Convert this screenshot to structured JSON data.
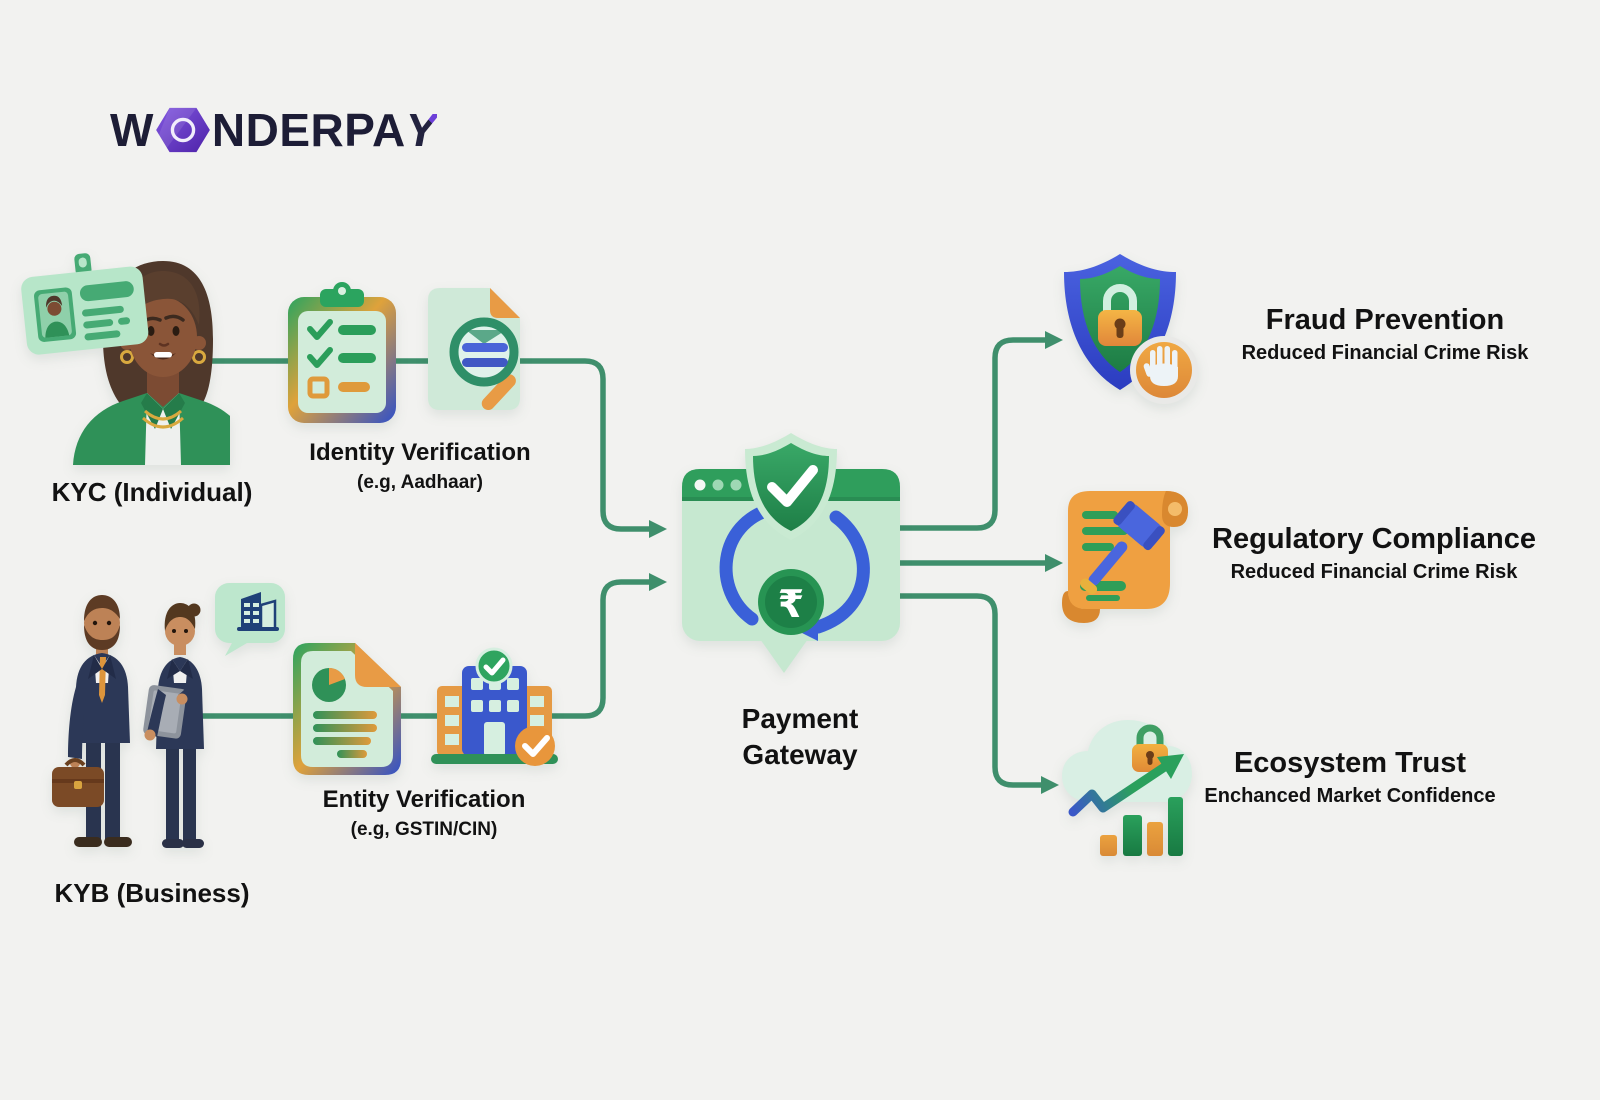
{
  "brand": {
    "word_start": "W",
    "word_mid": "NDER",
    "word_end_pa": "PA",
    "word_end_y": "Y"
  },
  "nodes": {
    "kyc": {
      "label": "KYC (Individual)"
    },
    "kyb": {
      "label": "KYB (Business)"
    },
    "identity": {
      "title": "Identity Verification",
      "subtitle": "(e.g, Aadhaar)"
    },
    "entity": {
      "title": "Entity Verification",
      "subtitle": "(e.g, GSTIN/CIN)"
    },
    "gateway": {
      "line1": "Payment",
      "line2": "Gateway",
      "rupee_symbol": "₹"
    },
    "fraud": {
      "title": "Fraud Prevention",
      "subtitle": "Reduced Financial Crime Risk"
    },
    "regulatory": {
      "title": "Regulatory Compliance",
      "subtitle": "Reduced Financial Crime Risk"
    },
    "ecosystem": {
      "title": "Ecosystem Trust",
      "subtitle": "Enchanced Market Confidence"
    }
  },
  "icons": {
    "kyc": "person-with-id-card",
    "identity": [
      "checklist-clipboard",
      "document-magnifier"
    ],
    "kyb": "two-business-people",
    "entity": [
      "pie-chart-document",
      "verified-building"
    ],
    "gateway": "browser-shield-check-rupee-cycle",
    "fraud": "shield-lock-stop-hand",
    "regulatory": "scroll-gavel",
    "ecosystem": "cloud-lock-growth-chart"
  },
  "colors": {
    "background": "#f2f2f0",
    "connector_green": "#3f8f6c",
    "brand_purple": "#6d40d8",
    "brand_text": "#1d1d36",
    "accent_green": "#2f9e5c",
    "accent_blue": "#3a58cc",
    "accent_orange": "#e89b3c",
    "mint": "#cfe9d8"
  }
}
